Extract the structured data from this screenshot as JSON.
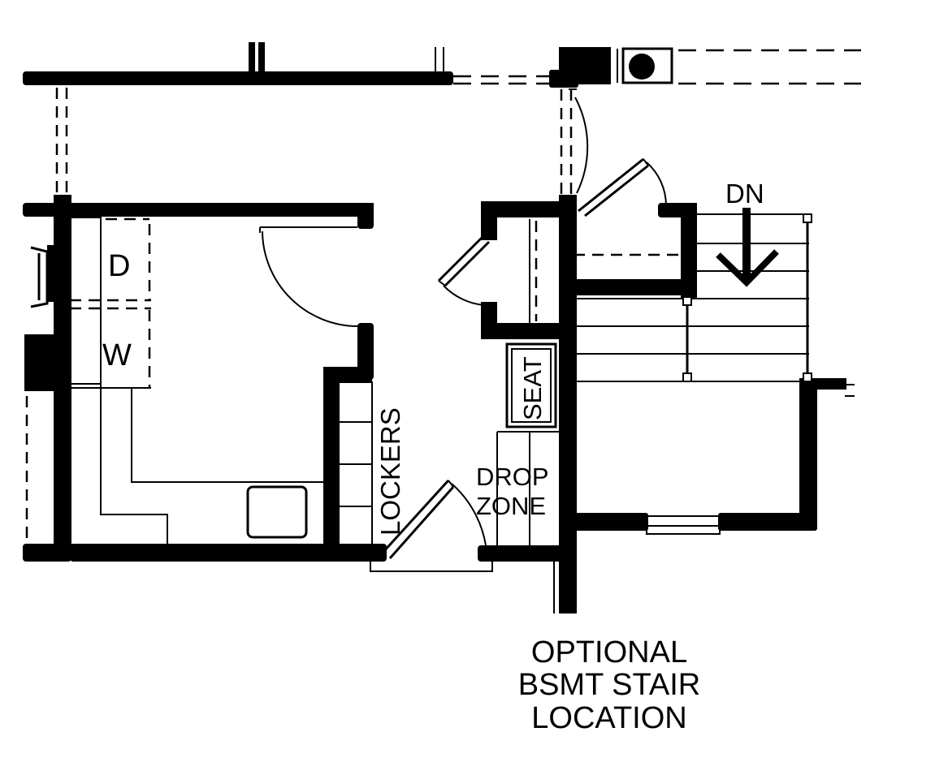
{
  "labels": {
    "dryer": "D",
    "washer": "W",
    "lockers": "LOCKERS",
    "seat": "SEAT",
    "drop_line1": "DROP",
    "drop_line2": "ZONE",
    "stair_down": "DN",
    "note_line1": "OPTIONAL",
    "note_line2": "BSMT STAIR",
    "note_line3": "LOCATION"
  },
  "icons": {
    "stair_arrow": "down-arrow-icon",
    "fixture": "post-icon"
  }
}
